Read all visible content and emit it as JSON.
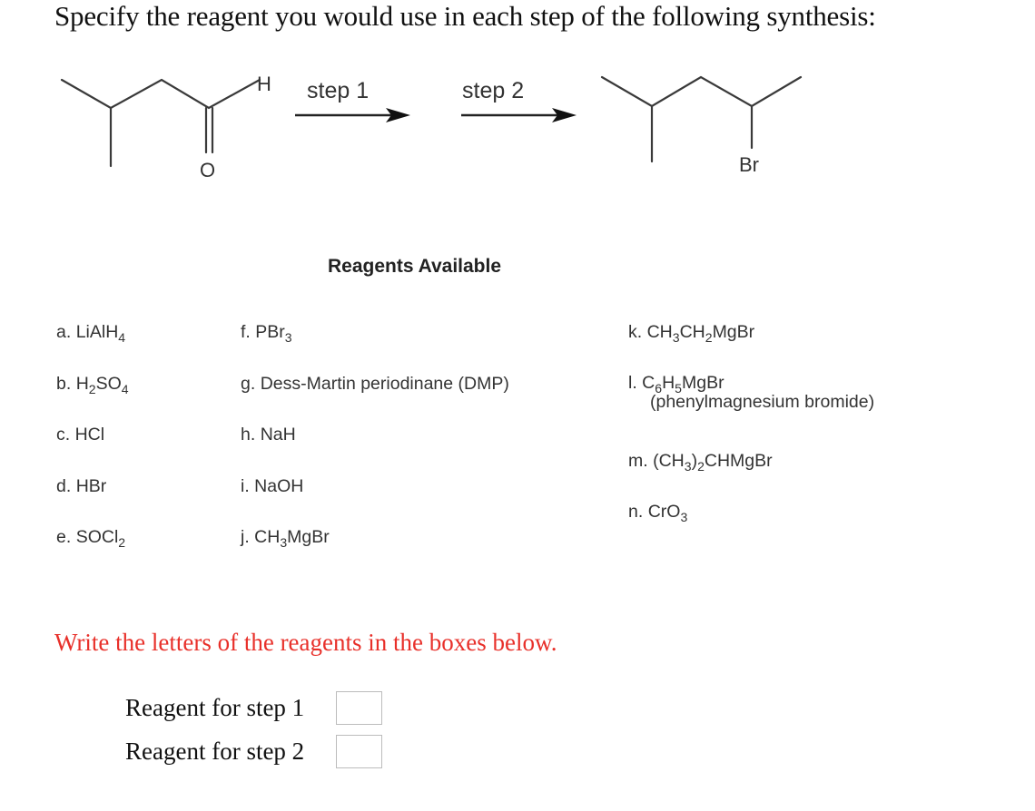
{
  "question": {
    "title": "Specify the reagent you would use in each step of the following synthesis:"
  },
  "scheme": {
    "reactant_labels": {
      "h": "H",
      "o": "O"
    },
    "product_labels": {
      "br": "Br"
    },
    "arrows": [
      {
        "label": "step 1"
      },
      {
        "label": "step 2"
      }
    ]
  },
  "reagents": {
    "heading": "Reagents Available",
    "items": [
      {
        "letter": "a.",
        "parts": [
          "LiAlH",
          "4",
          ""
        ]
      },
      {
        "letter": "b.",
        "parts": [
          "H",
          "2",
          "SO",
          "4",
          ""
        ]
      },
      {
        "letter": "c.",
        "parts": [
          "HCl"
        ]
      },
      {
        "letter": "d.",
        "parts": [
          "HBr"
        ]
      },
      {
        "letter": "e.",
        "parts": [
          "SOCl",
          "2",
          ""
        ]
      },
      {
        "letter": "f.",
        "parts": [
          "PBr",
          "3",
          ""
        ]
      },
      {
        "letter": "g.",
        "parts": [
          "Dess-Martin periodinane (DMP)"
        ]
      },
      {
        "letter": "h.",
        "parts": [
          "NaH"
        ]
      },
      {
        "letter": "i.",
        "parts": [
          "NaOH"
        ]
      },
      {
        "letter": "j.",
        "parts": [
          "CH",
          "3",
          "MgBr"
        ]
      },
      {
        "letter": "k.",
        "parts": [
          "CH",
          "3",
          "CH",
          "2",
          "MgBr"
        ]
      },
      {
        "letter": "l.",
        "parts": [
          "C",
          "6",
          "H",
          "5",
          "MgBr"
        ],
        "note": "(phenylmagnesium bromide)"
      },
      {
        "letter": "m.",
        "parts": [
          "(CH",
          "3",
          ")",
          "2",
          "CHMgBr"
        ]
      },
      {
        "letter": "n.",
        "parts": [
          "CrO",
          "3",
          ""
        ]
      }
    ]
  },
  "answers": {
    "instruction": "Write the letters of the reagents in the boxes below.",
    "rows": [
      {
        "label": "Reagent for step 1",
        "value": ""
      },
      {
        "label": "Reagent for step 2",
        "value": ""
      }
    ]
  },
  "colors": {
    "instruction_red": "#e8302a",
    "bond": "#3a3a3a",
    "box_border": "#bcbcbc"
  }
}
